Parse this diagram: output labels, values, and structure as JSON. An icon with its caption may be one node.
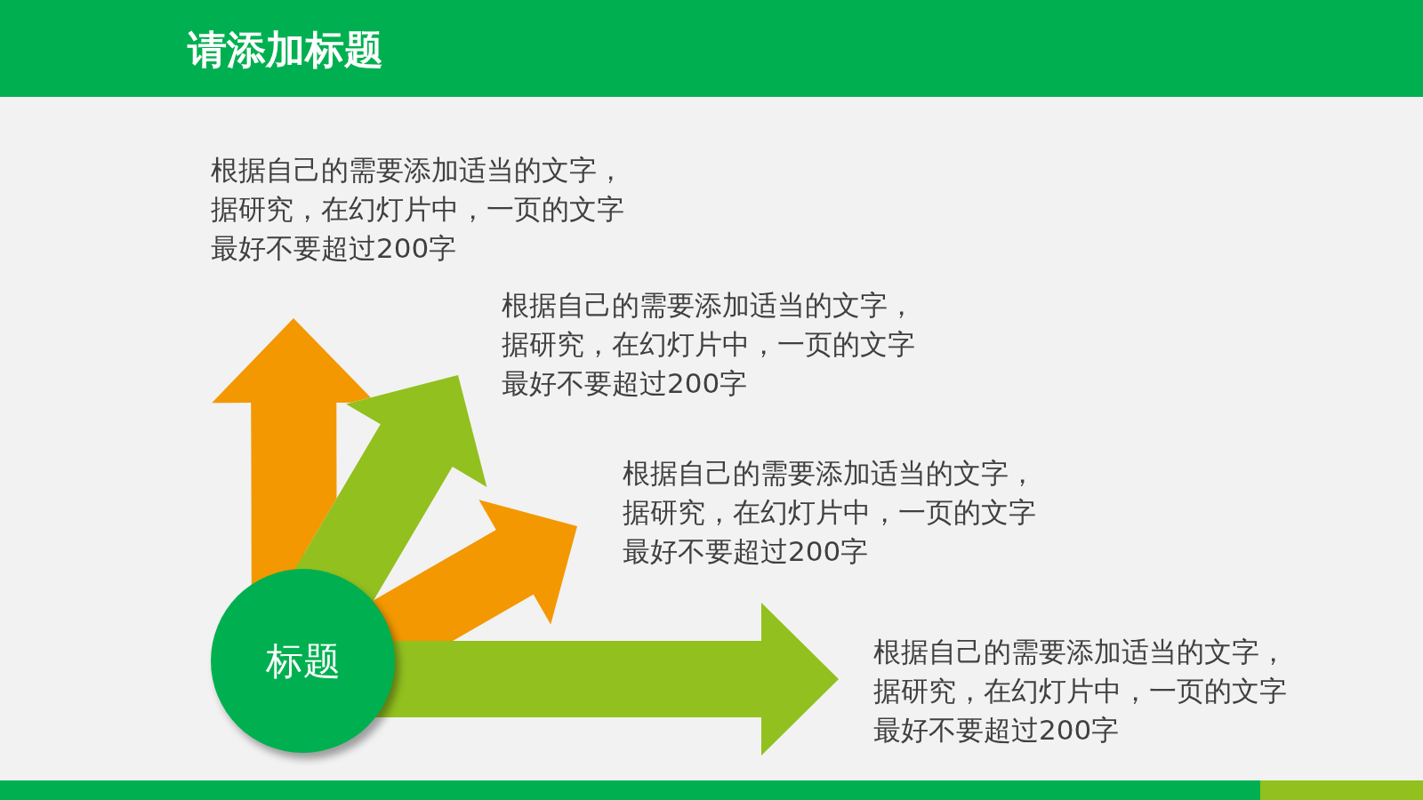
{
  "diagram": {
    "title": "请添加标题",
    "nodes": [
      {
        "text": [
          "标题"
        ]
      },
      {
        "text": [
          "根据自己的需要添加适当的文字，据研究，在幻灯片中，一页的文字最好不要超过200字"
        ]
      },
      {
        "text": [
          "根据自己的需要添加适当的文字，据研究，在幻灯片中，一页的文字最好不要超过200字"
        ]
      },
      {
        "text": [
          "根据自己的需要添加适当的文字，据研究，在幻灯片中，一页的文字最好不要超过200字"
        ]
      },
      {
        "text": [
          "根据自己的需要添加适当的文字，据研究，在幻灯片中，一页的文字最好不要超过200字"
        ]
      }
    ],
    "edges": [
      {
        "from": 0,
        "to": 1,
        "arrow": "to",
        "style": "thick",
        "color": "#f39800"
      },
      {
        "from": 0,
        "to": 2,
        "arrow": "to",
        "style": "thick",
        "color": "#92c01f"
      },
      {
        "from": 0,
        "to": 3,
        "arrow": "to",
        "style": "thick",
        "color": "#f39800"
      },
      {
        "from": 0,
        "to": 4,
        "arrow": "to",
        "style": "thick",
        "color": "#92c01f"
      }
    ]
  }
}
